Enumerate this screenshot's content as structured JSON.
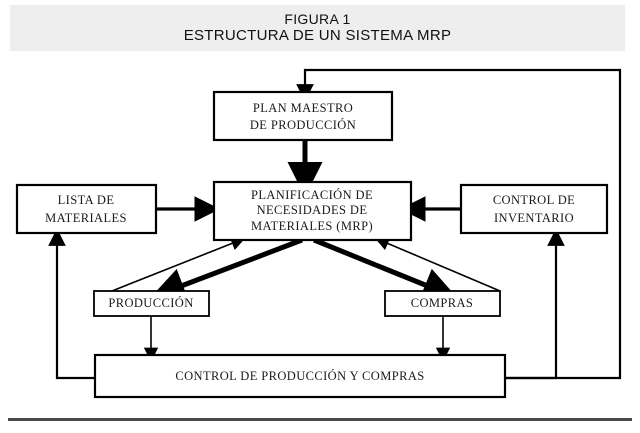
{
  "figure": {
    "title_line1": "FIGURA 1",
    "title_line2": "ESTRUCTURA DE UN SISTEMA MRP",
    "band_color": "#eeeeee",
    "line_color": "#000000",
    "rule_color": "#4a4a4a"
  },
  "chart_data": {
    "type": "diagram",
    "title": "ESTRUCTURA DE UN SISTEMA MRP",
    "nodes": [
      {
        "id": "plan_maestro",
        "lines": [
          "PLAN MAESTRO",
          "DE PRODUCCIÓN"
        ]
      },
      {
        "id": "lista_materiales",
        "lines": [
          "LISTA DE",
          "MATERIALES"
        ]
      },
      {
        "id": "mrp",
        "lines": [
          "PLANIFICACIÓN DE",
          "NECESIDADES DE",
          "MATERIALES (MRP)"
        ]
      },
      {
        "id": "control_inventario",
        "lines": [
          "CONTROL DE",
          "INVENTARIO"
        ]
      },
      {
        "id": "produccion",
        "lines": [
          "PRODUCCIÓN"
        ]
      },
      {
        "id": "compras",
        "lines": [
          "COMPRAS"
        ]
      },
      {
        "id": "control_prod_compras",
        "lines": [
          "CONTROL DE PRODUCCIÓN Y COMPRAS"
        ]
      }
    ],
    "edges": [
      {
        "from": "plan_maestro",
        "to": "mrp",
        "style": "thick-arrow"
      },
      {
        "from": "lista_materiales",
        "to": "mrp",
        "style": "arrow"
      },
      {
        "from": "control_inventario",
        "to": "mrp",
        "style": "arrow"
      },
      {
        "from": "mrp",
        "to": "produccion",
        "style": "thick-arrow"
      },
      {
        "from": "produccion",
        "to": "mrp",
        "style": "thin-arrow"
      },
      {
        "from": "mrp",
        "to": "compras",
        "style": "thick-arrow"
      },
      {
        "from": "compras",
        "to": "mrp",
        "style": "thin-arrow"
      },
      {
        "from": "produccion",
        "to": "control_prod_compras",
        "style": "thin-arrow"
      },
      {
        "from": "compras",
        "to": "control_prod_compras",
        "style": "thin-arrow"
      },
      {
        "from": "control_prod_compras",
        "to": "lista_materiales",
        "style": "feedback-left-arrow"
      },
      {
        "from": "control_prod_compras",
        "to": "control_inventario",
        "style": "feedback-right-arrow"
      },
      {
        "from": "control_prod_compras",
        "to": "plan_maestro",
        "style": "feedback-outer-arrow"
      }
    ]
  },
  "nodes": {
    "plan_maestro": {
      "line1": "PLAN MAESTRO",
      "line2": "DE PRODUCCIÓN"
    },
    "lista_materiales": {
      "line1": "LISTA DE",
      "line2": "MATERIALES"
    },
    "mrp": {
      "line1": "PLANIFICACIÓN DE",
      "line2": "NECESIDADES DE",
      "line3": "MATERIALES (MRP)"
    },
    "control_inventario": {
      "line1": "CONTROL DE",
      "line2": "INVENTARIO"
    },
    "produccion": {
      "line1": "PRODUCCIÓN"
    },
    "compras": {
      "line1": "COMPRAS"
    },
    "control_prod_compras": {
      "line1": "CONTROL DE PRODUCCIÓN Y COMPRAS"
    }
  }
}
